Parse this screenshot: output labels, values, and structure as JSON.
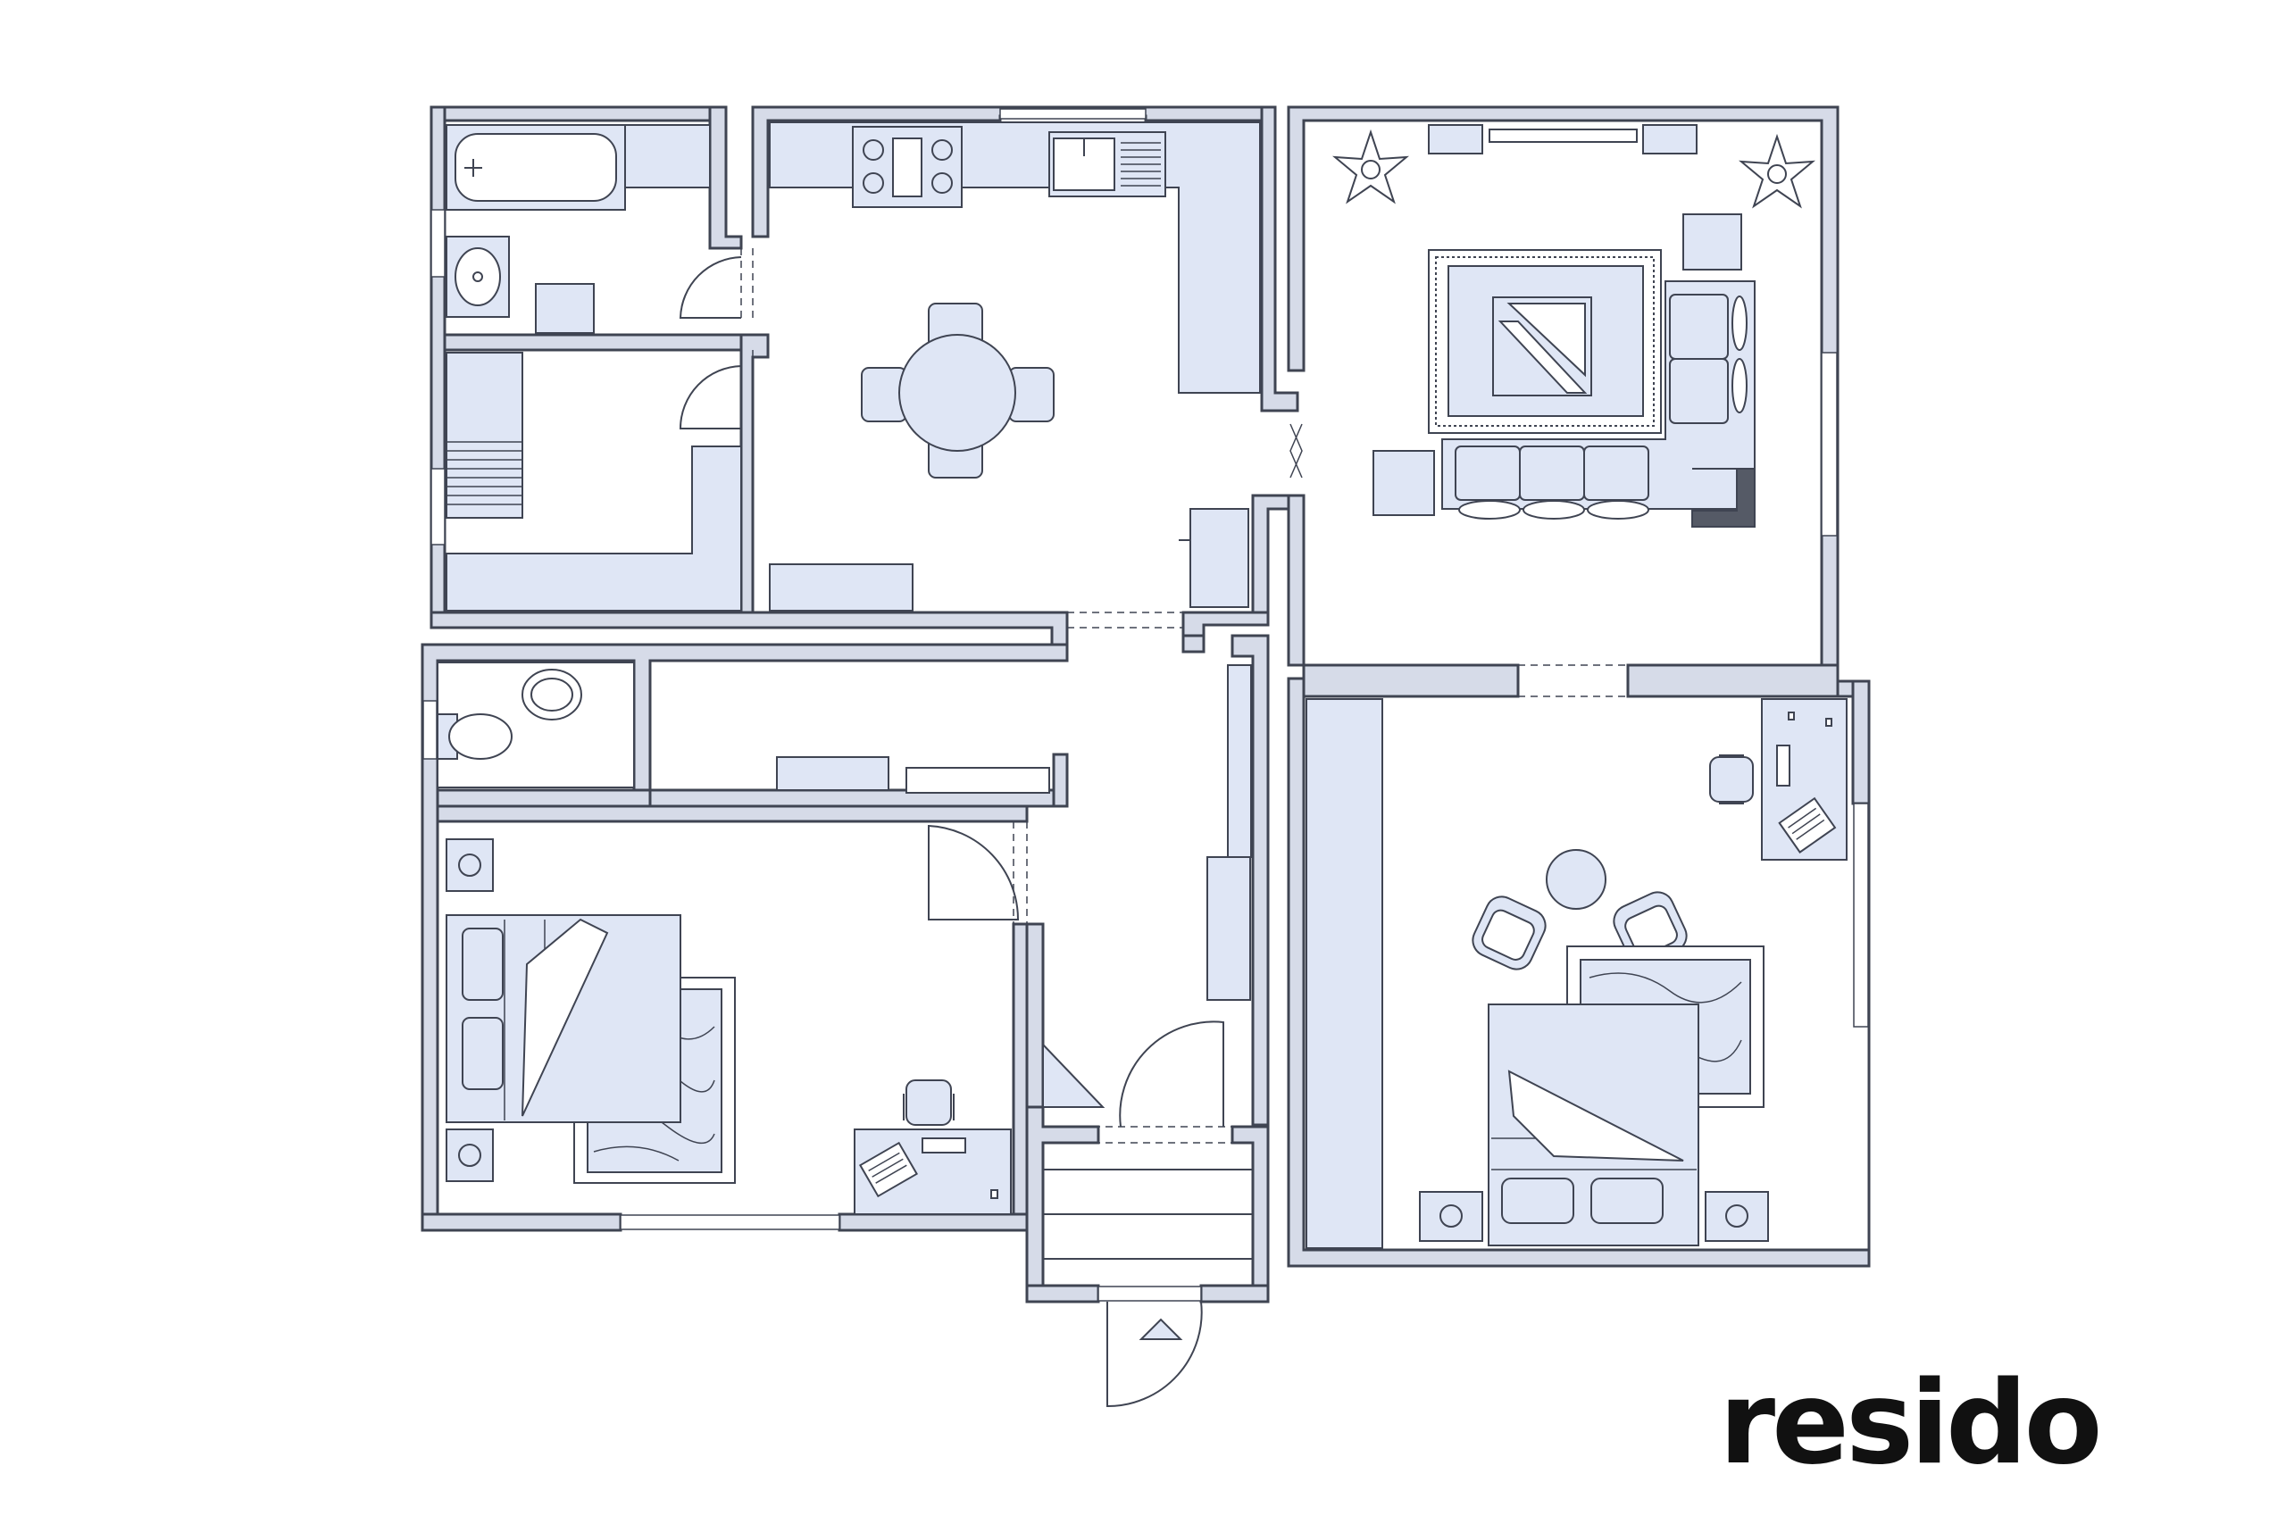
{
  "logo": {
    "text": "resido"
  },
  "colors": {
    "wall_fill": "#d6dbe8",
    "wall_stroke": "#3f4452",
    "furniture_fill": "#dfe6f5",
    "background": "#ffffff",
    "logo": "#111111"
  },
  "rooms": [
    {
      "id": "bathroom-top-left"
    },
    {
      "id": "stair-room"
    },
    {
      "id": "kitchen-dining"
    },
    {
      "id": "living-room"
    },
    {
      "id": "wc-small"
    },
    {
      "id": "hallway"
    },
    {
      "id": "bedroom-left"
    },
    {
      "id": "entrance"
    },
    {
      "id": "bedroom-right"
    }
  ]
}
